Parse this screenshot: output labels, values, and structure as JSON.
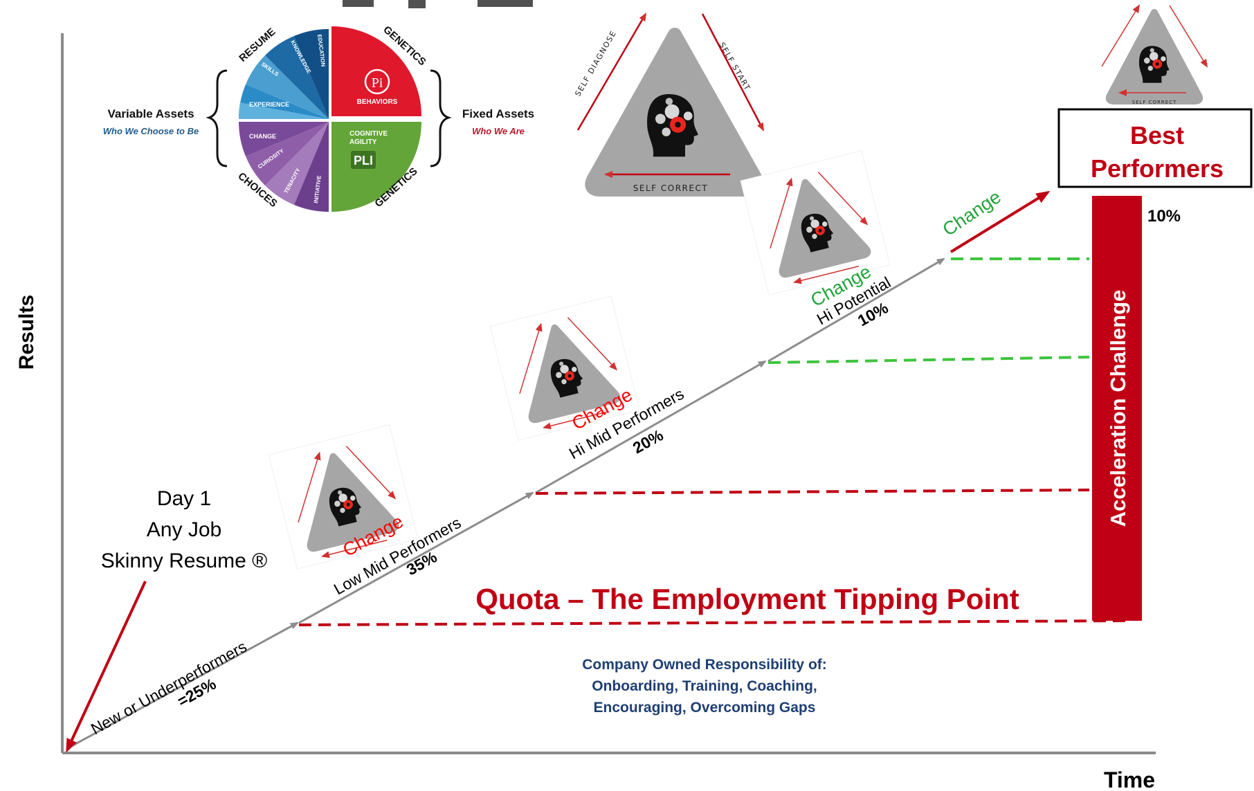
{
  "axes": {
    "y_label": "Results",
    "x_label": "Time"
  },
  "top_partial_heading": "...ng ...g...",
  "pi_wheel": {
    "segments": {
      "resume": "RESUME",
      "genetics_top": "GENETICS",
      "choices": "CHOICES",
      "genetics_bottom": "GENETICS",
      "education": "EDUCATION",
      "knowledge": "KNOWLEDGE",
      "skills": "SKILLS",
      "experience": "EXPERIENCE",
      "change": "CHANGE",
      "curiosity": "CURIOSITY",
      "tenacity": "TENACITY",
      "initiative": "INITIATIVE",
      "behaviors": "BEHAVIORS",
      "cognitive": "COGNITIVE",
      "agility": "AGILITY",
      "pi_logo": "Pi",
      "pli_logo": "PLI"
    },
    "variable_assets": {
      "title": "Variable Assets",
      "subtitle": "Who We Choose to Be"
    },
    "fixed_assets": {
      "title": "Fixed Assets",
      "subtitle": "Who We Are"
    }
  },
  "self_cycle": {
    "diagnose": "SELF DIAGNOSE",
    "start": "SELF START",
    "correct": "SELF CORRECT"
  },
  "day_one": {
    "line1": "Day 1",
    "line2": "Any Job",
    "line3": "Skinny Resume ®"
  },
  "stages": {
    "new": {
      "label": "New or Underperformers",
      "pct": "=25%"
    },
    "low_mid": {
      "change": "Change",
      "label": "Low Mid Performers",
      "pct": "35%"
    },
    "hi_mid": {
      "change": "Change",
      "label": "Hi Mid Performers",
      "pct": "20%"
    },
    "hi_potential": {
      "change": "Change",
      "label": "Hi Potential",
      "pct": "10%"
    },
    "final_change": "Change"
  },
  "best_performers": {
    "line1": "Best",
    "line2": "Performers",
    "pct": "10%"
  },
  "acceleration_challenge": "Acceleration Challenge",
  "quota_title": "Quota – The Employment Tipping Point",
  "company_responsibility": {
    "line1": "Company Owned Responsibility of:",
    "line2": "Onboarding, Training, Coaching,",
    "line3": "Encouraging, Overcoming Gaps"
  },
  "colors": {
    "dark_red": "#c00014",
    "bright_red": "#ff0000",
    "green": "#22a33a",
    "dash_green": "#3ec43e",
    "navy": "#1f3f73",
    "gray_arrow": "#8c8c8c",
    "wheel_red": "#e0182b",
    "wheel_green": "#64a53a",
    "wheel_blue": "#2b82bf",
    "wheel_purple": "#8e5fa8",
    "triangle_gray": "#9e9e9e"
  }
}
